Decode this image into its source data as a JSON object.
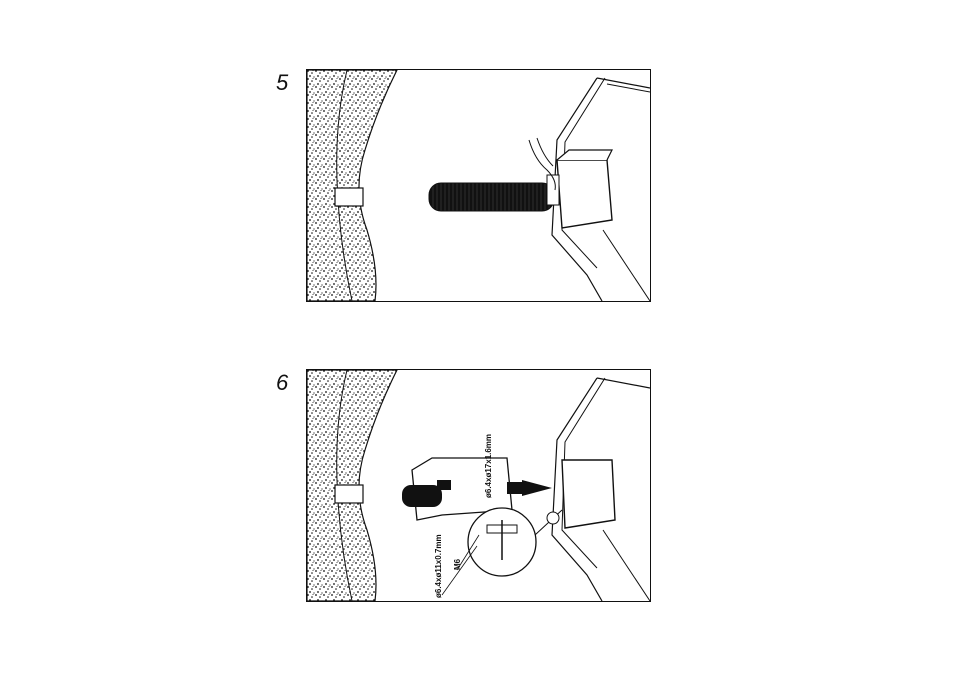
{
  "steps": [
    {
      "number": "5"
    },
    {
      "number": "6",
      "labels": {
        "washer_large": "ø6.4xø17x1.6mm",
        "washer_small": "ø6.4xø11x0.7mm",
        "bolt": "M6"
      }
    }
  ]
}
